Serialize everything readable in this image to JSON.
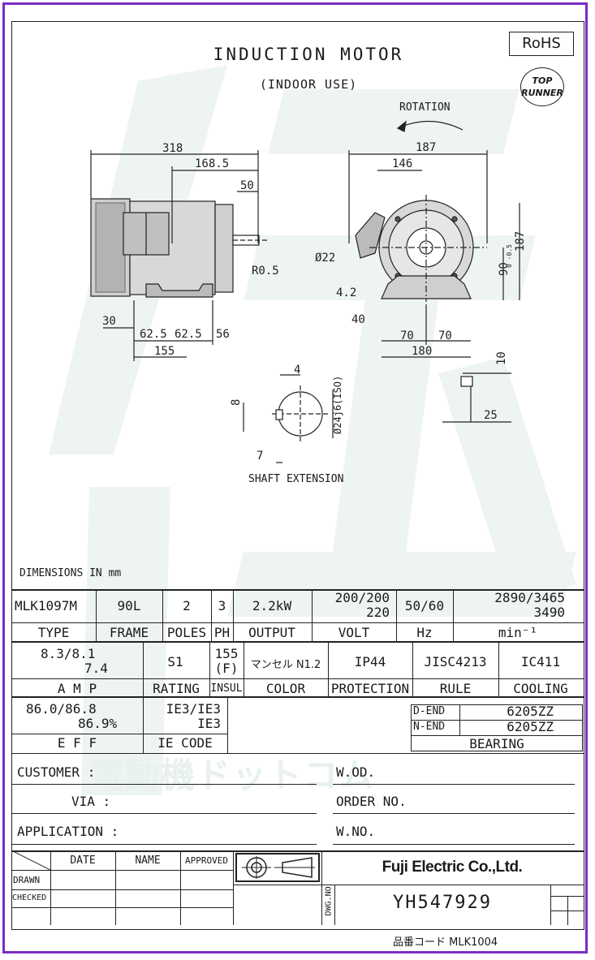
{
  "title": "INDUCTION MOTOR",
  "subtitle": "(INDOOR USE)",
  "rohs": "RoHS",
  "top_runner": [
    "TOP",
    "RUNNER"
  ],
  "rotation": "ROTATION",
  "shaft_extension": "SHAFT EXTENSION",
  "dimensions_note": "DIMENSIONS IN mm",
  "dims": {
    "d318": "318",
    "d168_5": "168.5",
    "d50": "50",
    "r0_5": "R0.5",
    "d30": "30",
    "d62_5a": "62.5",
    "d62_5b": "62.5",
    "d56": "56",
    "d155": "155",
    "d187": "187",
    "d146": "146",
    "d22": "Ø22",
    "d4_2": "4.2",
    "d90": "90",
    "d90tol": "0 -0.5",
    "d187v": "187",
    "d40": "40",
    "d70a": "70",
    "d70b": "70",
    "d180": "180",
    "d10": "10",
    "d25": "25",
    "d4": "4",
    "d8": "8",
    "d7": "7",
    "d24j6": "Ø24j6(ISO)"
  },
  "row1": {
    "model": "MLK1097M",
    "frame": "90L",
    "poles": "2",
    "ph": "3",
    "output": "2.2kW",
    "volt1": "200/200",
    "volt2": "220",
    "hz": "50/60",
    "rpm1": "2890/3465",
    "rpm2": "3490"
  },
  "row1_labels": {
    "type": "TYPE",
    "frame": "FRAME",
    "poles": "POLES",
    "ph": "PH",
    "output": "OUTPUT",
    "volt": "VOLT",
    "hz": "Hz",
    "min": "min⁻¹"
  },
  "row2": {
    "amp1": "8.3/8.1",
    "amp2": "7.4",
    "rating": "S1",
    "insul1": "155",
    "insul2": "(F)",
    "color": "マンセル N1.2",
    "protection": "IP44",
    "rule": "JISC4213",
    "cooling": "IC411"
  },
  "row2_labels": {
    "amp": "A M P",
    "rating": "RATING",
    "insul": "INSUL",
    "color": "COLOR",
    "protection": "PROTECTION",
    "rule": "RULE",
    "cooling": "COOLING"
  },
  "row3": {
    "eff1": "86.0/86.8",
    "eff2": "86.9%",
    "ie1": "IE3/IE3",
    "ie2": "IE3",
    "dend_label": "D-END",
    "dend": "6205ZZ",
    "nend_label": "N-END",
    "nend": "6205ZZ"
  },
  "row3_labels": {
    "eff": "E F F",
    "ie": "IE CODE",
    "bearing": "BEARING"
  },
  "info": {
    "customer": "CUSTOMER :",
    "wod": "W.OD.",
    "via": "VIA :",
    "order_no": "ORDER NO.",
    "application": "APPLICATION :",
    "wno": "W.NO."
  },
  "titleblock": {
    "date": "DATE",
    "name": "NAME",
    "approved": "APPROVED",
    "drawn": "DRAWN",
    "checked": "CHECKED",
    "company": "Fuji Electric Co.,Ltd.",
    "dwg_no_label": "DWG.NO",
    "dwg_no": "YH547929"
  },
  "part_code": "品番コード MLK1004",
  "watermark_text": "電動機ドットコム"
}
